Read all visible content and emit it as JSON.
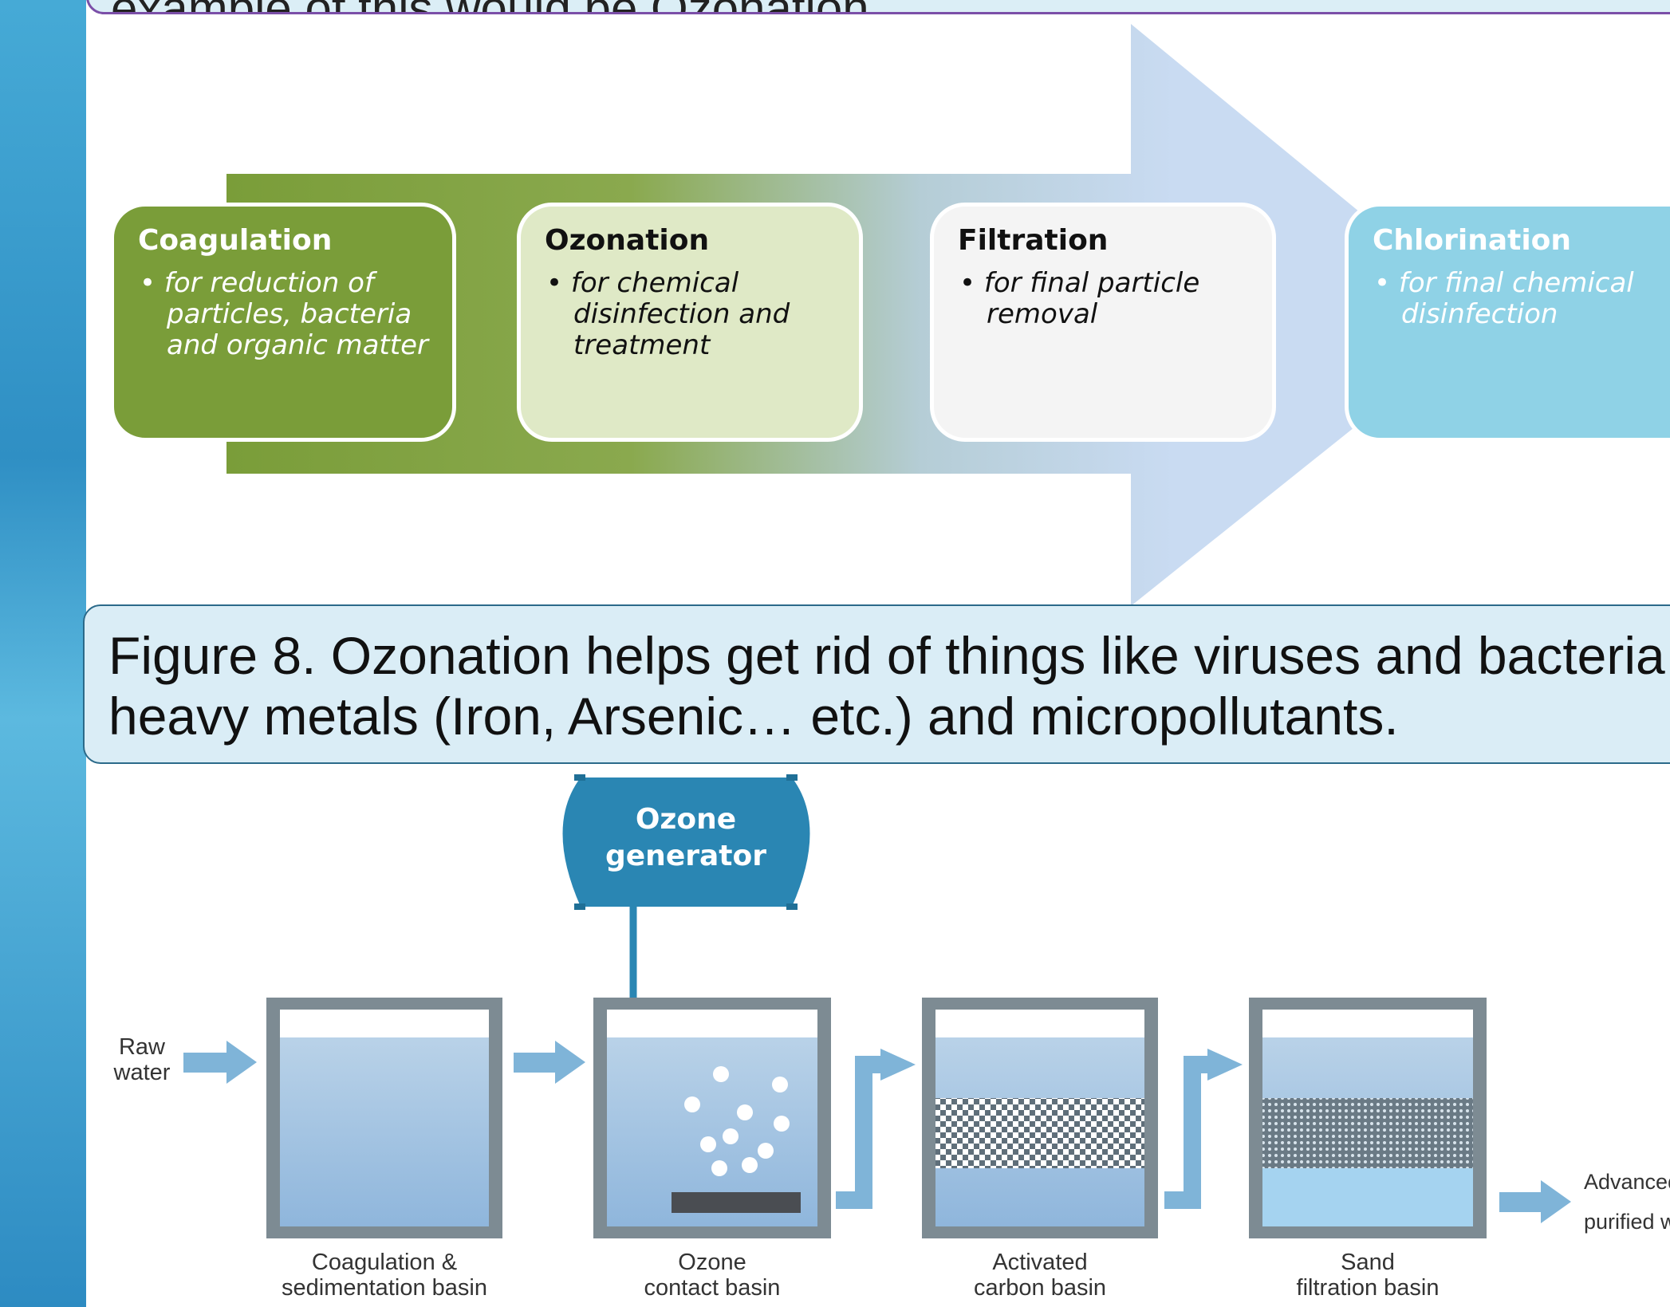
{
  "top_callout": {
    "text": "example of this would be Ozonation."
  },
  "flow": {
    "steps": [
      {
        "title": "Coagulation",
        "desc": "for reduction of particles, bacteria and organic matter"
      },
      {
        "title": "Ozonation",
        "desc": "for chemical disinfection and treatment"
      },
      {
        "title": "Filtration",
        "desc": "for final particle removal"
      },
      {
        "title": "Chlorination",
        "desc": "for final chemical disinfection"
      }
    ]
  },
  "caption": {
    "line1": "Figure 8. Ozonation helps get rid of things like viruses and bacteria",
    "line2": "heavy metals (Iron, Arsenic… etc.) and  micropollutants."
  },
  "diagram": {
    "generator": {
      "line1": "Ozone",
      "line2": "generator"
    },
    "input_label": {
      "line1": "Raw",
      "line2": "water"
    },
    "output_label": {
      "line1": "Advanced",
      "line2": "purified water"
    },
    "basins": [
      {
        "line1": "Coagulation &",
        "line2": "sedimentation basin"
      },
      {
        "line1": "Ozone",
        "line2": "contact basin"
      },
      {
        "line1": "Activated",
        "line2": "carbon basin"
      },
      {
        "line1": "Sand",
        "line2": "filtration basin"
      }
    ]
  },
  "colors": {
    "left_band": "#2f8fc4",
    "coagulation": "#7a9d39",
    "ozonation": "#dfe9c6",
    "filtration": "#f4f4f4",
    "chlorination": "#8fd2e6",
    "caption_bg": "#daedf6",
    "generator": "#2a86b3"
  }
}
